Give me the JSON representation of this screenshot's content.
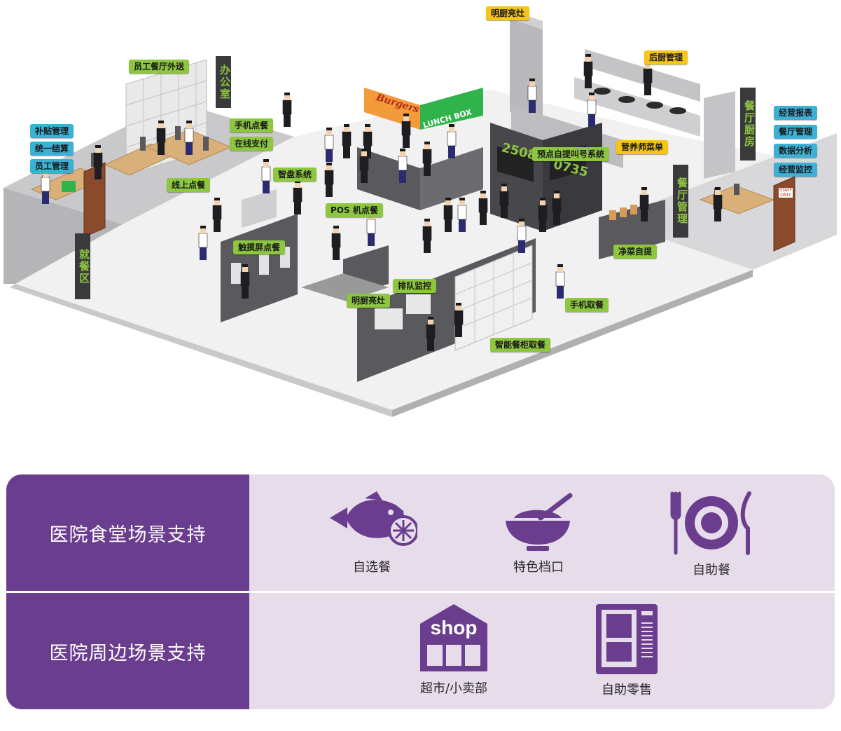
{
  "scene": {
    "labels": {
      "subsidy": "补贴管理",
      "unified_settlement": "统一结算",
      "staff_mgmt": "员工管理",
      "staff_takeout": "员工餐厅外送",
      "office": "办公室",
      "mobile_order": "手机点餐",
      "online_pay": "在线支付",
      "online_order": "线上点餐",
      "smart_tray": "智盘系统",
      "dining_area": "就餐区",
      "touch_order": "触摸屏点餐",
      "pos_order": "POS 机点餐",
      "queue_monitor": "排队监控",
      "open_kitchen_lower": "明厨亮灶",
      "mobile_pickup": "手机取餐",
      "smart_cabinet": "智能餐柜取餐",
      "open_kitchen_top": "明厨亮灶",
      "back_kitchen": "后厨管理",
      "nutrition_menu": "营养师菜单",
      "preorder_call": "预点自提叫号系统",
      "clean_veg": "净菜自提",
      "canteen_kitchen": "餐厅厨房",
      "canteen_mgmt_sign": "餐厅管理",
      "biz_report": "经营报表",
      "canteen_mgmt": "餐厅管理",
      "data_analysis": "数据分析",
      "biz_monitor": "经营监控"
    },
    "booth_signs": {
      "burgers": "Burgers",
      "lunch_box": "LUNCH BOX"
    },
    "call_numbers": [
      "2508",
      "0735"
    ],
    "door_sign": "STAFF ONLY"
  },
  "panel": {
    "row1": {
      "title": "医院食堂场景支持",
      "items": [
        {
          "label": "自选餐",
          "icon": "fish-icon"
        },
        {
          "label": "特色档口",
          "icon": "bowl-icon"
        },
        {
          "label": "自助餐",
          "icon": "plate-cutlery-icon"
        }
      ]
    },
    "row2": {
      "title": "医院周边场景支持",
      "items": [
        {
          "label": "超市/小卖部",
          "icon": "shop-icon",
          "icon_text": "shop"
        },
        {
          "label": "自助零售",
          "icon": "vending-machine-icon"
        }
      ]
    },
    "colors": {
      "purple": "#6a3d8f",
      "light": "#e6dcea"
    }
  }
}
